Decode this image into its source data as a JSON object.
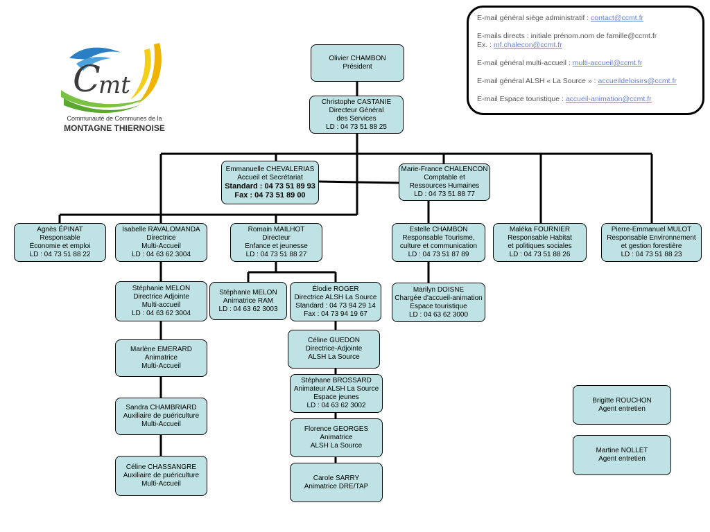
{
  "logo": {
    "line1": "Communauté de Communes de la",
    "line2": "MONTAGNE THIERNOISE"
  },
  "emails": {
    "general": {
      "label": "E-mail général siège administratif : ",
      "link": "contact@ccmt.fr"
    },
    "direct": {
      "label": "E-mails directs : initiale prénom.nom de famille@ccmt.fr",
      "example_label": "Ex. : ",
      "example_link": "mf.chalecon@ccmt.fr"
    },
    "multi": {
      "label": "E-mail général multi-accueil : ",
      "link": "multi-accueil@ccmt.fr"
    },
    "alsh": {
      "label": "E-mail général ALSH « La Source » : ",
      "link": "accueildeloisirs@ccmt.fr"
    },
    "tourism": {
      "label": "E-mail Espace touristique : ",
      "link": "accueil-animation@ccmt.fr"
    }
  },
  "org": {
    "chambon_o": [
      "Olivier CHAMBON",
      "Président"
    ],
    "castanie": [
      "Christophe CASTANIE",
      "Directeur Général",
      "des Services",
      "LD : 04 73 51 88 25"
    ],
    "chevalerias": [
      "Emmanuelle CHEVALERIAS",
      "Accueil et Secrétariat"
    ],
    "chevalerias_bold": [
      "Standard : 04 73 51 89 93",
      "Fax : 04 73 51 89 00"
    ],
    "chalencon": [
      "Marie-France CHALENCON",
      "Comptable et",
      "Ressources Humaines",
      "LD : 04 73 51 88 77"
    ],
    "epinat": [
      "Agnès ÉPINAT",
      "Responsable",
      "Économie et emploi",
      "LD : 04 73 51 88 22"
    ],
    "ravalomanda": [
      "Isabelle RAVALOMANDA",
      "Directrice",
      "Multi-Accueil",
      "LD : 04 63 62 3004"
    ],
    "mailhot": [
      "Romain MAILHOT",
      "Directeur",
      "Enfance et jeunesse",
      "LD : 04 73 51 88 27"
    ],
    "chambon_e": [
      "Estelle CHAMBON",
      "Responsable Tourisme,",
      "culture et communication",
      "LD : 04 73 51 87 89"
    ],
    "fournier": [
      "Maléka FOURNIER",
      "Responsable Habitat",
      "et politiques sociales",
      "LD : 04 73 51 88 26"
    ],
    "mulot": [
      "Pierre-Emmanuel MULOT",
      "Responsable Environnement",
      "et gestion forestière",
      "LD : 04 73 51 88 23"
    ],
    "melon_dir": [
      "Stéphanie MELON",
      "Directrice Adjointe",
      "Multi-accueil",
      "LD : 04 63 62 3004"
    ],
    "melon_ram": [
      "Stéphanie MELON",
      "Animatrice RAM",
      "LD : 04 63 62 3003"
    ],
    "roger": [
      "Élodie ROGER",
      "Directrice ALSH La Source",
      "Standard : 04 73 94 29 14",
      "Fax : 04 73 94 19 67"
    ],
    "doisne": [
      "Marilyn DOISNE",
      "Chargée d'accueil-animation",
      "Espace touristique",
      "LD : 04 63 62 3000"
    ],
    "emerard": [
      "Marlène EMERARD",
      "Animatrice",
      "Multi-Accueil"
    ],
    "guedon": [
      "Céline GUEDON",
      "Directrice-Adjointe",
      "ALSH La Source"
    ],
    "chambriard": [
      "Sandra CHAMBRIARD",
      "Auxiliaire de puériculture",
      "Multi-Accueil"
    ],
    "brossard": [
      "Stéphane BROSSARD",
      "Animateur ALSH La Source",
      "Espace jeunes",
      "LD : 04 63 62 3002"
    ],
    "georges": [
      "Florence GEORGES",
      "Animatrice",
      "ALSH La Source"
    ],
    "chassangre": [
      "Céline CHASSANGRE",
      "Auxiliaire de puériculture",
      "Multi-Accueil"
    ],
    "sarry": [
      "Carole SARRY",
      "Animatrice DRE/TAP"
    ],
    "rouchon": [
      "Brigitte ROUCHON",
      "Agent entretien"
    ],
    "nollet": [
      "Martine NOLLET",
      "Agent entretien"
    ]
  },
  "colors": {
    "node_fill": "#bfe3e4",
    "line": "#000000",
    "link": "#6a7fd8"
  }
}
